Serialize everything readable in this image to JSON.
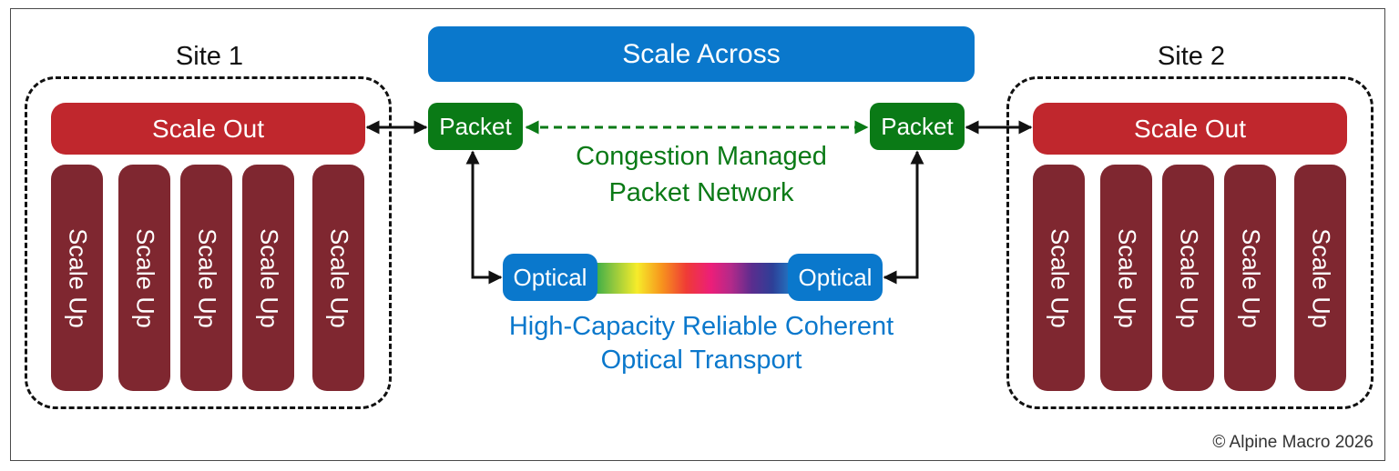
{
  "diagram": {
    "scale_across": {
      "label": "Scale Across",
      "color": "#0a78cc"
    },
    "sites": [
      {
        "title": "Site 1",
        "scale_out": {
          "label": "Scale Out",
          "color": "#c0272d"
        },
        "scale_up": [
          {
            "label": "Scale Up"
          },
          {
            "label": "Scale Up"
          },
          {
            "label": "Scale Up"
          },
          {
            "label": "Scale Up"
          },
          {
            "label": "Scale Up"
          }
        ],
        "scale_up_color": "#7f2730"
      },
      {
        "title": "Site 2",
        "scale_out": {
          "label": "Scale Out",
          "color": "#c0272d"
        },
        "scale_up": [
          {
            "label": "Scale Up"
          },
          {
            "label": "Scale Up"
          },
          {
            "label": "Scale Up"
          },
          {
            "label": "Scale Up"
          },
          {
            "label": "Scale Up"
          }
        ],
        "scale_up_color": "#7f2730"
      }
    ],
    "packet_nodes": [
      {
        "label": "Packet"
      },
      {
        "label": "Packet"
      }
    ],
    "packet_color": "#0a7a16",
    "optical_nodes": [
      {
        "label": "Optical"
      },
      {
        "label": "Optical"
      }
    ],
    "optical_color": "#0a78cc",
    "packet_network_caption": [
      "Congestion Managed",
      "Packet Network"
    ],
    "optical_transport_caption": [
      "High-Capacity Reliable Coherent",
      "Optical Transport"
    ],
    "copyright": "© Alpine Macro 2026"
  }
}
